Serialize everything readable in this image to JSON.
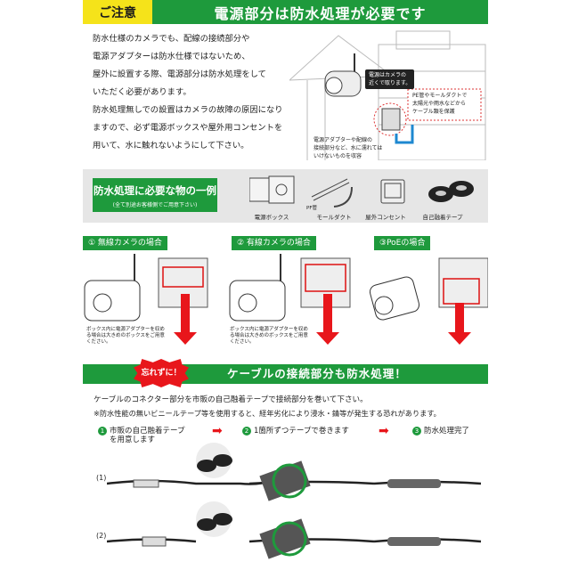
{
  "header": {
    "caution": "ご注意",
    "title": "電源部分は防水処理が必要です"
  },
  "intro": {
    "lines": [
      "防水仕様のカメラでも、配線の接続部分や",
      "電源アダプターは防水仕様ではないため、",
      "屋外に設置する際、電源部分は防水処理をして",
      "いただく必要があります。",
      "防水処理無しでの設置はカメラの故障の原因になり",
      "ますので、必ず電源ボックスや屋外用コンセントを",
      "用いて、水に触れないようにして下さい。"
    ]
  },
  "illustration": {
    "bubble": [
      "電源はカメラの",
      "近くで取ります。"
    ],
    "pipe_note": [
      "PE管やモールダクトで",
      "太陽光や雨水などから",
      "ケーブル類を保護"
    ],
    "box_note": [
      "電源アダプターや配線の",
      "接続部分など、水に濡れては",
      "いけないものを収容"
    ]
  },
  "supplies": {
    "title": "防水処理に必要な物の一例",
    "subtitle": "(全て別途お客様側でご用意下さい)",
    "items": [
      "電源ボックス",
      "PF管",
      "モールダクト",
      "屋外コンセント",
      "自己融着テープ"
    ]
  },
  "cases": [
    {
      "label": "① 無線カメラの場合",
      "note": [
        "ボックス内に電源アダプターを収め",
        "る場合は大きめのボックスをご用意",
        "ください。"
      ]
    },
    {
      "label": "② 有線カメラの場合",
      "note": [
        "ボックス内に電源アダプターを収め",
        "る場合は大きめのボックスをご用意",
        "ください。"
      ]
    },
    {
      "label": "③PoEの場合"
    }
  ],
  "cable": {
    "burst": "忘れずに！",
    "title": "ケーブルの接続部分も防水処理！",
    "line1": "ケーブルのコネクター部分を市販の自己融着テープで接続部分を巻いて下さい。",
    "line2": "※防水性能の無いビニールテープ等を使用すると、経年劣化により浸水・錆等が発生する恐れがあります。",
    "steps": [
      {
        "num": "1",
        "text": [
          "市販の自己融着テープ",
          "を用意します"
        ]
      },
      {
        "num": "2",
        "text": [
          "1箇所ずつテープで巻きます"
        ]
      },
      {
        "num": "3",
        "text": [
          "防水処理完了"
        ]
      }
    ],
    "rows": [
      "(1)",
      "(2)"
    ]
  },
  "colors": {
    "green": "#1e9a3c",
    "yellow": "#f5e31a",
    "red": "#e8161b",
    "blue": "#1e88d0"
  }
}
